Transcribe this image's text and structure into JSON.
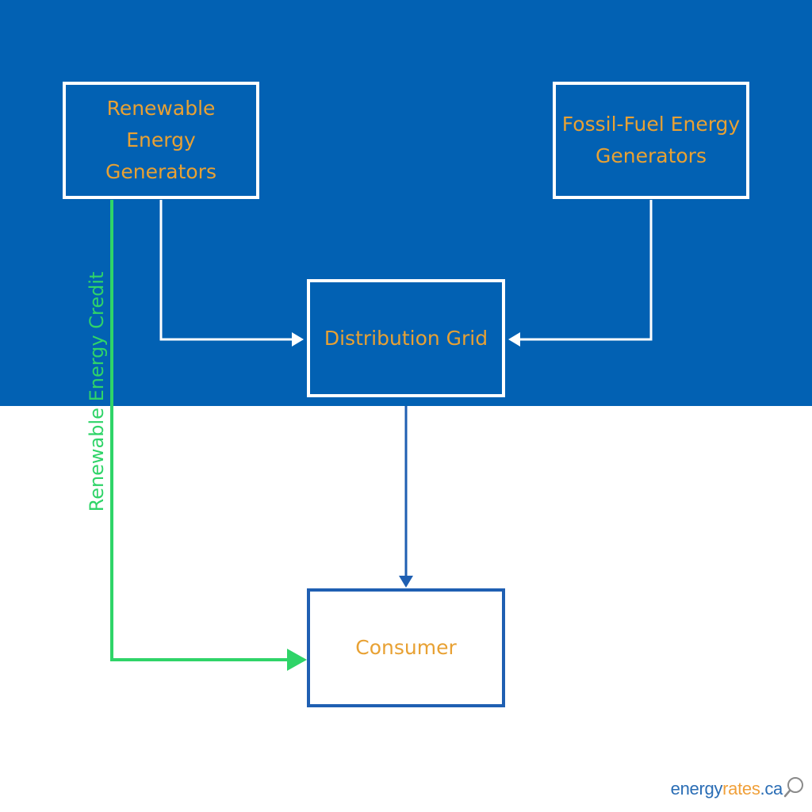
{
  "colors": {
    "band_blue": "#0261b3",
    "box_text_orange": "#e8a133",
    "white": "#ffffff",
    "consumer_border_blue": "#1f5fb2",
    "credit_green": "#2fd468",
    "brand_blue": "#2a6db5",
    "brand_orange": "#f0a03a",
    "brand_gray": "#8a8a8a"
  },
  "nodes": {
    "renewable_generators": {
      "label": "Renewable Energy Generators"
    },
    "fossil_generators": {
      "label": "Fossil-Fuel Energy Generators"
    },
    "distribution_grid": {
      "label": "Distribution Grid"
    },
    "consumer": {
      "label": "Consumer"
    }
  },
  "edges": [
    {
      "from": "renewable_generators",
      "to": "distribution_grid",
      "color": "white"
    },
    {
      "from": "fossil_generators",
      "to": "distribution_grid",
      "color": "white"
    },
    {
      "from": "distribution_grid",
      "to": "consumer",
      "color": "blue"
    },
    {
      "from": "renewable_generators",
      "to": "consumer",
      "color": "green",
      "label": "Renewable Energy Credit"
    }
  ],
  "brand": {
    "part1": "energy",
    "part2": "rates",
    "part3": ".ca",
    "icon": "magnifier-icon"
  }
}
